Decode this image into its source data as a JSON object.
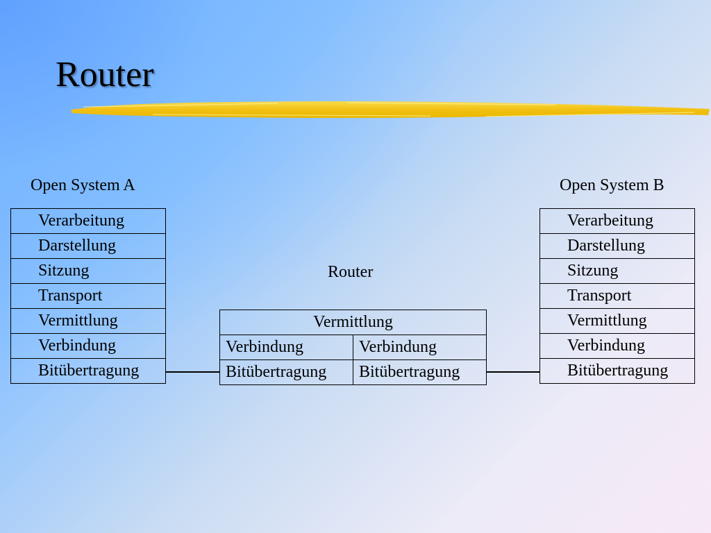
{
  "slide": {
    "title": "Router"
  },
  "system_a": {
    "label": "Open System A",
    "layers": [
      "Verarbeitung",
      "Darstellung",
      "Sitzung",
      "Transport",
      "Vermittlung",
      "Verbindung",
      "Bitübertragung"
    ]
  },
  "system_b": {
    "label": "Open System B",
    "layers": [
      "Verarbeitung",
      "Darstellung",
      "Sitzung",
      "Transport",
      "Vermittlung",
      "Verbindung",
      "Bitübertragung"
    ]
  },
  "router": {
    "label": "Router",
    "network_layer": "Vermittlung",
    "rows": [
      {
        "left": "Verbindung",
        "right": "Verbindung"
      },
      {
        "left": "Bitübertragung",
        "right": "Bitübertragung"
      }
    ]
  },
  "colors": {
    "background_top_left": "#6aa8ff",
    "background_bottom_right": "#f7e9f6",
    "brush_stroke": "#f5c518",
    "border": "#000000"
  }
}
